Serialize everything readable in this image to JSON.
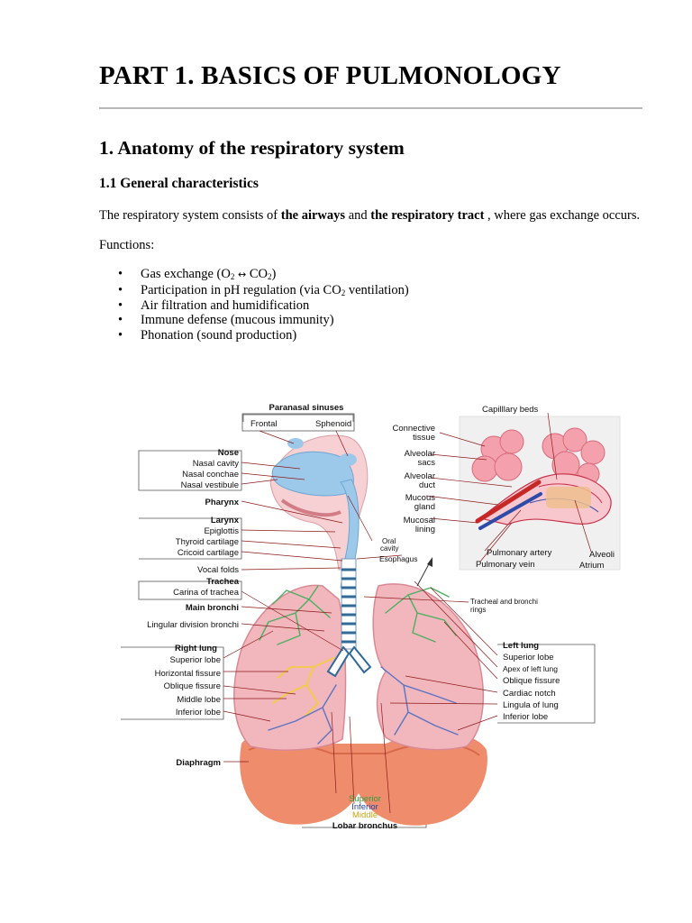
{
  "document": {
    "title": "PART 1. BASICS OF PULMONOLOGY",
    "section_heading": "1. Anatomy of the respiratory system",
    "subsection_heading": "1.1 General characteristics",
    "intro": {
      "part1": "The respiratory system consists of ",
      "bold1": "the airways",
      "part2": " and ",
      "bold2": "the respiratory tract",
      "part3": " , where gas exchange occurs."
    },
    "functions_label": "Functions:",
    "functions": {
      "gas_exchange": {
        "pre": "Gas exchange (O",
        "sub1": "2",
        "arrow": "↔",
        "mid": "CO",
        "sub2": "2",
        "post": ")"
      },
      "ph_regulation": {
        "pre": "Participation in pH regulation (via CO",
        "sub": "2",
        "post": " ventilation)"
      },
      "air_filtration": "Air filtration and humidification",
      "immune_defense": "Immune defense (mucous immunity)",
      "phonation": "Phonation (sound production)"
    },
    "bullet": "•"
  },
  "diagram": {
    "paranasal_sinuses": "Paranasal sinuses",
    "frontal": "Frontal",
    "sphenoid": "Sphenoid",
    "nose": "Nose",
    "nasal_cavity": "Nasal cavity",
    "nasal_conchae": "Nasal conchae",
    "nasal_vestibule": "Nasal vestibule",
    "pharynx": "Pharynx",
    "larynx": "Larynx",
    "epiglottis": "Epiglottis",
    "thyroid_cartilage": "Thyroid cartilage",
    "cricoid_cartilage": "Cricoid cartilage",
    "vocal_folds": "Vocal folds",
    "trachea": "Trachea",
    "carina_of_trachea": "Carina of trachea",
    "main_bronchi": "Main bronchi",
    "lingular_division_bronchi": "Lingular division bronchi",
    "right_lung": "Right lung",
    "r_superior_lobe": "Superior lobe",
    "horizontal_fissure": "Horizontal fissure",
    "r_oblique_fissure": "Oblique fissure",
    "middle_lobe": "Middle lobe",
    "r_inferior_lobe": "Inferior lobe",
    "diaphragm": "Diaphragm",
    "oral_cavity_1": "Oral",
    "oral_cavity_2": "cavity",
    "esophagus": "Esophagus",
    "tracheal_rings_1": "Tracheal and bronchi",
    "tracheal_rings_2": "rings",
    "left_lung": "Left lung",
    "l_superior_lobe": "Superior lobe",
    "apex_of_left_lung": "Apex of left lung",
    "l_oblique_fissure": "Oblique fissure",
    "cardiac_notch": "Cardiac notch",
    "lingula_of_lung": "Lingula of lung",
    "l_inferior_lobe": "Inferior lobe",
    "capillary_beds": "Capilllary beds",
    "connective_tissue_1": "Connective",
    "connective_tissue_2": "tissue",
    "alveolar_sacs_1": "Alveolar",
    "alveolar_sacs_2": "sacs",
    "alveolar_duct_1": "Alveolar",
    "alveolar_duct_2": "duct",
    "mucous_gland_1": "Mucous",
    "mucous_gland_2": "gland",
    "mucosal_lining_1": "Mucosal",
    "mucosal_lining_2": "lining",
    "pulmonary_artery": "Pulmonary artery",
    "pulmonary_vein": "Pulmonary vein",
    "alveoli": "Alveoli",
    "atrium": "Atrium",
    "lobar_superior": "Superior",
    "lobar_inferior": "Inferior",
    "lobar_middle": "Middle",
    "lobar_bronchus": "Lobar bronchus",
    "colors": {
      "lung_pink": "#f2b6bd",
      "airway_blue": "#9cc9ea",
      "diaphragm_orange": "#ef8c6c",
      "bronchi_green": "#4caf62",
      "bronchi_yellow": "#f3cf33",
      "bronchi_blue": "#5a74c2",
      "leader_red": "#8c1a1a",
      "superior_green": "#2f9d3b",
      "inferior_blue": "#2842a8",
      "middle_yellow": "#c9a515"
    }
  }
}
